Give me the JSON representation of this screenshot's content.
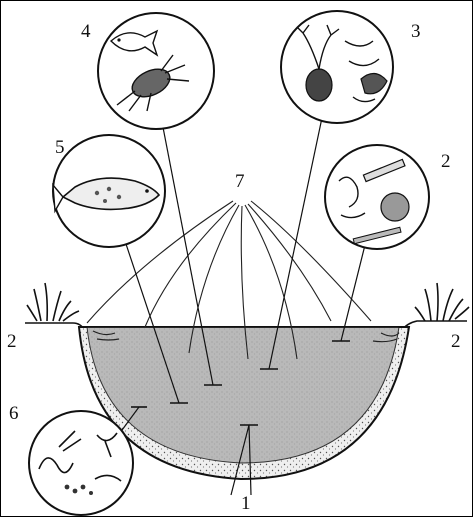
{
  "diagram": {
    "labels": [
      "1",
      "2",
      "2",
      "2",
      "3",
      "4",
      "5",
      "6",
      "7"
    ],
    "colors": {
      "ink": "#111111",
      "water": "#b9b9b9",
      "bottom": "#e8e8e8",
      "paper": "#ffffff"
    }
  }
}
